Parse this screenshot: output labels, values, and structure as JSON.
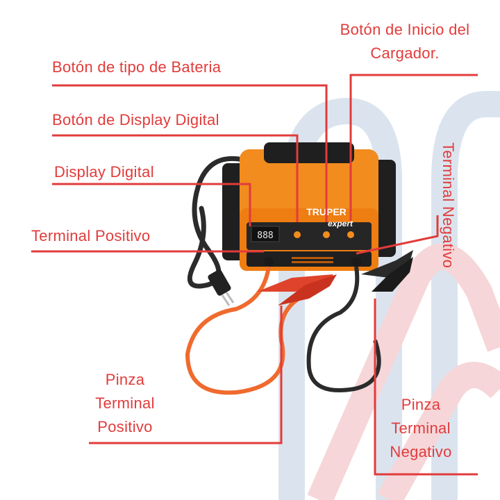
{
  "colors": {
    "accent": "#e23b3b",
    "charger_body": "#f28c1e",
    "charger_dark": "#2a2a2a",
    "positive_cable": "#f06a2e",
    "negative_cable": "#2b2b2b",
    "bg_arc_blue": "#dbe4ee",
    "bg_arc_pink": "#f6d6d8"
  },
  "labels": {
    "start_button": [
      "Botón de Inicio del",
      "Cargador."
    ],
    "battery_type_button": "Botón de tipo de Bateria",
    "display_button": "Botón de Display Digital",
    "digital_display": "Display Digital",
    "positive_terminal": "Terminal Positivo",
    "negative_terminal": "Terminal Negativo",
    "positive_clamp": [
      "Pinza",
      "Terminal",
      "Positivo"
    ],
    "negative_clamp": [
      "Pinza",
      "Terminal",
      "Negativo"
    ]
  },
  "device": {
    "brand": "TRUPER",
    "subbrand": "expert",
    "display_value": "888"
  }
}
